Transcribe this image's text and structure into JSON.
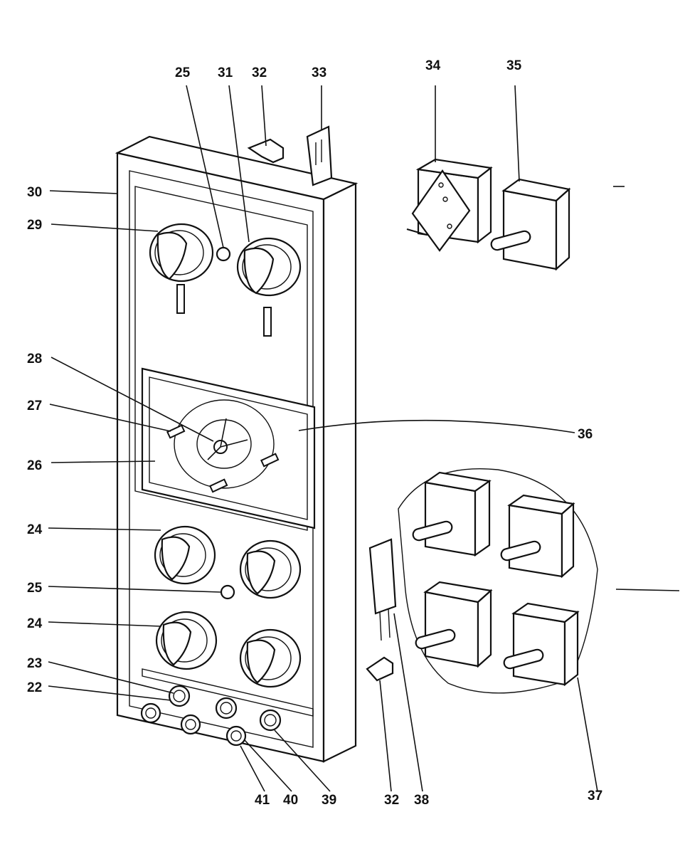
{
  "labels": {
    "l22": "22",
    "l23": "23",
    "l24a": "24",
    "l24b": "24",
    "l25a": "25",
    "l25b": "25",
    "l26": "26",
    "l27": "27",
    "l28": "28",
    "l29": "29",
    "l30": "30",
    "l31": "31",
    "l32a": "32",
    "l32b": "32",
    "l33": "33",
    "l34": "34",
    "l35": "35",
    "l36": "36",
    "l37": "37",
    "l38": "38",
    "l39": "39",
    "l40": "40",
    "l41": "41"
  }
}
